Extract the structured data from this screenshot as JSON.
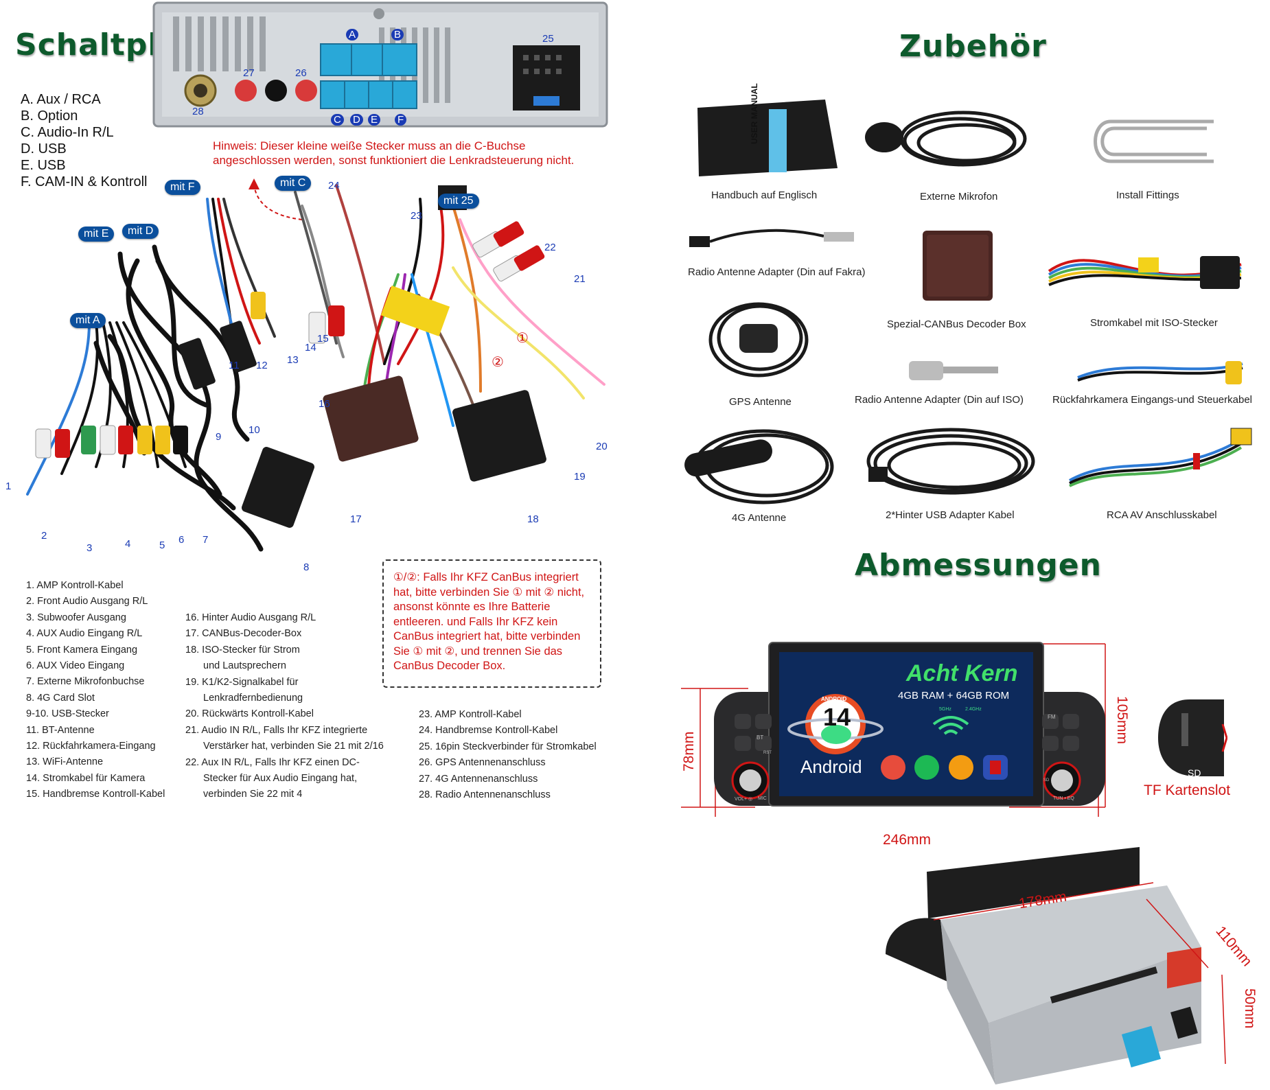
{
  "titles": {
    "schaltplan": "Schaltplan",
    "zubehoer": "Zubehör",
    "abmessungen": "Abmessungen"
  },
  "connectors": [
    "A. Aux / RCA",
    "B. Option",
    "C. Audio-In R/L",
    "D. USB",
    "E. USB",
    "F. CAM-IN & Kontroll"
  ],
  "hint": {
    "line1": "Hinweis: Dieser kleine weiße Stecker muss an die C-Buchse",
    "line2": "angeschlossen werden, sonst funktioniert die Lenkradsteuerung nicht."
  },
  "panel_labels": {
    "a": "A",
    "b": "B",
    "c": "C",
    "d": "D",
    "e": "E",
    "f": "F",
    "p25": "25",
    "p26": "26",
    "p27": "27",
    "p28": "28"
  },
  "badges": {
    "mit_f": "mit F",
    "mit_c": "mit C",
    "mit_e": "mit E",
    "mit_d": "mit D",
    "mit_25": "mit 25",
    "mit_a": "mit A"
  },
  "diagram_numbers": {
    "n1": "1",
    "n2": "2",
    "n3": "3",
    "n4": "4",
    "n5": "5",
    "n6": "6",
    "n7": "7",
    "n8": "8",
    "n9": "9",
    "n10": "10",
    "n11": "11",
    "n12": "12",
    "n13": "13",
    "n14": "14",
    "n15": "15",
    "n16": "16",
    "n17": "17",
    "n18": "18",
    "n19": "19",
    "n20": "20",
    "n21": "21",
    "n22": "22",
    "n23": "23",
    "n24": "24",
    "c1": "①",
    "c2": "②"
  },
  "legend": {
    "col1": [
      "1. AMP Kontroll-Kabel",
      "2. Front Audio Ausgang R/L",
      "3. Subwoofer Ausgang",
      "4. AUX Audio Eingang R/L",
      "5. Front Kamera Eingang",
      "6. AUX Video Eingang",
      "7. Externe Mikrofonbuchse",
      "8. 4G Card Slot",
      "9-10. USB-Stecker",
      "11. BT-Antenne",
      "12. Rückfahrkamera-Eingang",
      "13. WiFi-Antenne",
      "14. Stromkabel für Kamera",
      "15. Handbremse Kontroll-Kabel"
    ],
    "col2": [
      "16. Hinter Audio Ausgang R/L",
      "17. CANBus-Decoder-Box",
      "18. ISO-Stecker für Strom",
      "und Lautsprechern",
      "19. K1/K2-Signalkabel für",
      "Lenkradfernbedienung",
      "20. Rückwärts Kontroll-Kabel",
      "21. Audio IN R/L, Falls Ihr KFZ integrierte",
      "Verstärker hat, verbinden Sie 21 mit 2/16",
      "22. Aux IN R/L, Falls Ihr KFZ einen DC-",
      "Stecker für Aux Audio Eingang hat,",
      "verbinden Sie 22 mit 4"
    ],
    "col3": [
      "23. AMP Kontroll-Kabel",
      "24. Handbremse Kontroll-Kabel",
      "25. 16pin Steckverbinder für Stromkabel",
      "26. GPS Antennenanschluss",
      "27. 4G Antennenanschluss",
      "28. Radio Antennenanschluss"
    ]
  },
  "callout": [
    "①/②: Falls Ihr KFZ CanBus integriert",
    "hat, bitte verbinden Sie ① mit ② nicht,",
    "ansonst könnte es Ihre Batterie",
    "entleeren. und Falls Ihr KFZ kein",
    "CanBus integriert hat, bitte verbinden",
    "Sie ① mit ②, und trennen Sie das",
    "CanBus Decoder Box."
  ],
  "accessories": {
    "manual": "Handbuch auf Englisch",
    "manual_cover": "USER MANUAL",
    "mic": "Externe Mikrofon",
    "fittings": "Install Fittings",
    "fakra": "Radio Antenne Adapter (Din auf Fakra)",
    "canbus": "Spezial-CANBus Decoder Box",
    "power": "Stromkabel mit ISO-Stecker",
    "gps": "GPS Antenne",
    "iso_adapter": "Radio Antenne Adapter (Din auf ISO)",
    "camcable": "Rückfahrkamera Eingangs-und Steuerkabel",
    "lte": "4G Antenne",
    "usb": "2*Hinter USB Adapter Kabel",
    "rca": "RCA AV Anschlusskabel"
  },
  "device": {
    "headline": "Acht Kern",
    "memory": "4GB RAM + 64GB ROM",
    "wifi_5g": "5GHz",
    "wifi_24g": "2.4GHz",
    "android_version": "14",
    "android_ring": "ANDROID",
    "android_label": "Android",
    "btn_vol": "VOL+ ◎",
    "btn_mic": "MIC",
    "btn_tun": "TUN • EQ",
    "btn_sd": "SD",
    "btn_bt": "BT",
    "btn_fm": "FM",
    "btn_rst": "RST"
  },
  "dimensions": {
    "width": "246mm",
    "height_right": "105mm",
    "height_left": "78mm",
    "depth_width": "178mm",
    "depth": "110mm",
    "depth_height": "50mm",
    "tf_slot": "TF Kartenslot",
    "sd": "SD"
  },
  "colors": {
    "title_green": "#0d5a2c",
    "hint_red": "#d01515",
    "badge_blue": "#0b4f9c",
    "number_blue": "#1a3bb4",
    "headline_green": "#41e06a"
  }
}
